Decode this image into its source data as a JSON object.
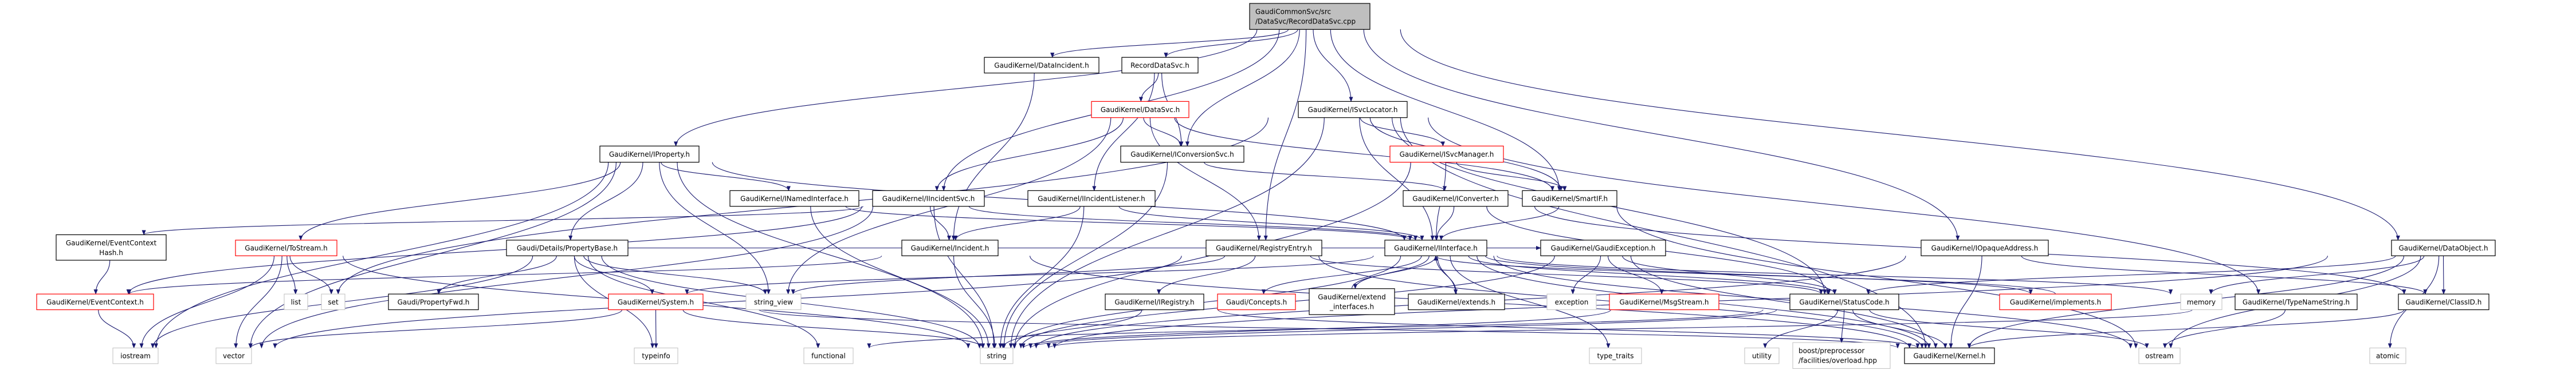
{
  "graph": {
    "type": "include-dependency-graph",
    "colors": {
      "edge": "#191970",
      "root_fill": "#bfbfbf",
      "node_border": "#000000",
      "truncated_border": "#ff0000",
      "external_border": "#bfbfbf"
    },
    "nodes": [
      {
        "id": "root",
        "label": [
          "GaudiCommonSvc/src",
          "/DataSvc/RecordDataSvc.cpp"
        ],
        "kind": "root"
      },
      {
        "id": "dataincident",
        "label": [
          "GaudiKernel/DataIncident.h"
        ],
        "kind": "normal"
      },
      {
        "id": "recorddatasvc",
        "label": [
          "RecordDataSvc.h"
        ],
        "kind": "normal"
      },
      {
        "id": "datasvc",
        "label": [
          "GaudiKernel/DataSvc.h"
        ],
        "kind": "truncated"
      },
      {
        "id": "iconversionsvc",
        "label": [
          "GaudiKernel/IConversionSvc.h"
        ],
        "kind": "normal"
      },
      {
        "id": "isvclocator",
        "label": [
          "GaudiKernel/ISvcLocator.h"
        ],
        "kind": "normal"
      },
      {
        "id": "isvcmanager",
        "label": [
          "GaudiKernel/ISvcManager.h"
        ],
        "kind": "truncated"
      },
      {
        "id": "iproperty",
        "label": [
          "GaudiKernel/IProperty.h"
        ],
        "kind": "normal"
      },
      {
        "id": "inamedinterface",
        "label": [
          "GaudiKernel/INamedInterface.h"
        ],
        "kind": "normal"
      },
      {
        "id": "iincidentsvc",
        "label": [
          "GaudiKernel/IIncidentSvc.h"
        ],
        "kind": "normal"
      },
      {
        "id": "iincidentlistener",
        "label": [
          "GaudiKernel/IIncidentListener.h"
        ],
        "kind": "normal"
      },
      {
        "id": "iconverter",
        "label": [
          "GaudiKernel/IConverter.h"
        ],
        "kind": "normal"
      },
      {
        "id": "smartif",
        "label": [
          "GaudiKernel/SmartIF.h"
        ],
        "kind": "normal"
      },
      {
        "id": "eventcontexthash",
        "label": [
          "GaudiKernel/EventContext",
          "Hash.h"
        ],
        "kind": "normal"
      },
      {
        "id": "tostream",
        "label": [
          "GaudiKernel/ToStream.h"
        ],
        "kind": "truncated"
      },
      {
        "id": "propertybase",
        "label": [
          "Gaudi/Details/PropertyBase.h"
        ],
        "kind": "normal"
      },
      {
        "id": "incident",
        "label": [
          "GaudiKernel/Incident.h"
        ],
        "kind": "normal"
      },
      {
        "id": "registryentry",
        "label": [
          "GaudiKernel/RegistryEntry.h"
        ],
        "kind": "normal"
      },
      {
        "id": "iinterface",
        "label": [
          "GaudiKernel/IInterface.h"
        ],
        "kind": "normal"
      },
      {
        "id": "gaudiexception",
        "label": [
          "GaudiKernel/GaudiException.h"
        ],
        "kind": "normal"
      },
      {
        "id": "iopaqueaddress",
        "label": [
          "GaudiKernel/IOpaqueAddress.h"
        ],
        "kind": "normal"
      },
      {
        "id": "dataobject",
        "label": [
          "GaudiKernel/DataObject.h"
        ],
        "kind": "normal"
      },
      {
        "id": "eventcontext",
        "label": [
          "GaudiKernel/EventContext.h"
        ],
        "kind": "truncated"
      },
      {
        "id": "list",
        "label": [
          "list"
        ],
        "kind": "external"
      },
      {
        "id": "set",
        "label": [
          "set"
        ],
        "kind": "external"
      },
      {
        "id": "propertyfwd",
        "label": [
          "Gaudi/PropertyFwd.h"
        ],
        "kind": "normal"
      },
      {
        "id": "system",
        "label": [
          "GaudiKernel/System.h"
        ],
        "kind": "truncated"
      },
      {
        "id": "string_view",
        "label": [
          "string_view"
        ],
        "kind": "external"
      },
      {
        "id": "iregistry",
        "label": [
          "GaudiKernel/IRegistry.h"
        ],
        "kind": "normal"
      },
      {
        "id": "concepts",
        "label": [
          "Gaudi/Concepts.h"
        ],
        "kind": "truncated"
      },
      {
        "id": "extend_interfaces",
        "label": [
          "GaudiKernel/extend",
          "_interfaces.h"
        ],
        "kind": "normal"
      },
      {
        "id": "extends",
        "label": [
          "GaudiKernel/extends.h"
        ],
        "kind": "normal"
      },
      {
        "id": "exception",
        "label": [
          "exception"
        ],
        "kind": "external"
      },
      {
        "id": "msgstream",
        "label": [
          "GaudiKernel/MsgStream.h"
        ],
        "kind": "truncated"
      },
      {
        "id": "statuscode",
        "label": [
          "GaudiKernel/StatusCode.h"
        ],
        "kind": "normal"
      },
      {
        "id": "implements",
        "label": [
          "GaudiKernel/implements.h"
        ],
        "kind": "truncated"
      },
      {
        "id": "memory",
        "label": [
          "memory"
        ],
        "kind": "external"
      },
      {
        "id": "typenamestring",
        "label": [
          "GaudiKernel/TypeNameString.h"
        ],
        "kind": "normal"
      },
      {
        "id": "classid",
        "label": [
          "GaudiKernel/ClassID.h"
        ],
        "kind": "normal"
      },
      {
        "id": "iostream",
        "label": [
          "iostream"
        ],
        "kind": "external"
      },
      {
        "id": "vector",
        "label": [
          "vector"
        ],
        "kind": "external"
      },
      {
        "id": "typeinfo",
        "label": [
          "typeinfo"
        ],
        "kind": "external"
      },
      {
        "id": "functional",
        "label": [
          "functional"
        ],
        "kind": "external"
      },
      {
        "id": "string",
        "label": [
          "string"
        ],
        "kind": "external"
      },
      {
        "id": "type_traits",
        "label": [
          "type_traits"
        ],
        "kind": "external"
      },
      {
        "id": "utility",
        "label": [
          "utility"
        ],
        "kind": "external"
      },
      {
        "id": "boost_overload",
        "label": [
          "boost/preprocessor",
          "/facilities/overload.hpp"
        ],
        "kind": "external"
      },
      {
        "id": "kernel",
        "label": [
          "GaudiKernel/Kernel.h"
        ],
        "kind": "normal"
      },
      {
        "id": "ostream",
        "label": [
          "ostream"
        ],
        "kind": "external"
      },
      {
        "id": "atomic",
        "label": [
          "atomic"
        ],
        "kind": "external"
      }
    ],
    "edges": [
      [
        "root",
        "dataincident"
      ],
      [
        "root",
        "recorddatasvc"
      ],
      [
        "root",
        "iconversionsvc"
      ],
      [
        "root",
        "isvclocator"
      ],
      [
        "root",
        "smartif"
      ],
      [
        "root",
        "iproperty"
      ],
      [
        "root",
        "iincidentsvc"
      ],
      [
        "root",
        "iopaqueaddress"
      ],
      [
        "root",
        "dataobject"
      ],
      [
        "root",
        "registryentry"
      ],
      [
        "recorddatasvc",
        "datasvc"
      ],
      [
        "recorddatasvc",
        "iconversionsvc"
      ],
      [
        "recorddatasvc",
        "iincidentlistener"
      ],
      [
        "datasvc",
        "iconversionsvc"
      ],
      [
        "datasvc",
        "iincidentsvc"
      ],
      [
        "datasvc",
        "registryentry"
      ],
      [
        "datasvc",
        "smartif"
      ],
      [
        "datasvc",
        "string_view"
      ],
      [
        "dataincident",
        "incident"
      ],
      [
        "iconversionsvc",
        "iconverter"
      ],
      [
        "iconversionsvc",
        "string"
      ],
      [
        "iincidentsvc",
        "incident"
      ],
      [
        "iincidentsvc",
        "iinterface"
      ],
      [
        "iincidentsvc",
        "string"
      ],
      [
        "iincidentsvc",
        "vector"
      ],
      [
        "iincidentsvc",
        "eventcontexthash"
      ],
      [
        "iincidentsvc",
        "eventcontext"
      ],
      [
        "iincidentlistener",
        "incident"
      ],
      [
        "iincidentlistener",
        "iinterface"
      ],
      [
        "iincidentlistener",
        "string"
      ],
      [
        "incident",
        "string"
      ],
      [
        "incident",
        "eventcontext"
      ],
      [
        "incident",
        "kernel"
      ],
      [
        "registryentry",
        "iregistry"
      ],
      [
        "registryentry",
        "kernel"
      ],
      [
        "registryentry",
        "statuscode"
      ],
      [
        "registryentry",
        "vector"
      ],
      [
        "registryentry",
        "string_view"
      ],
      [
        "iregistry",
        "string"
      ],
      [
        "iregistry",
        "kernel"
      ],
      [
        "isvclocator",
        "isvcmanager"
      ],
      [
        "isvclocator",
        "smartif"
      ],
      [
        "isvclocator",
        "iinterface"
      ],
      [
        "isvclocator",
        "string"
      ],
      [
        "isvclocator",
        "list"
      ],
      [
        "isvclocator",
        "statuscode"
      ],
      [
        "isvclocator",
        "typenamestring"
      ],
      [
        "isvclocator",
        "kernel"
      ],
      [
        "isvcmanager",
        "smartif"
      ],
      [
        "isvcmanager",
        "string"
      ],
      [
        "isvcmanager",
        "iinterface"
      ],
      [
        "iconverter",
        "iinterface"
      ],
      [
        "iconverter",
        "classid"
      ],
      [
        "iconverter",
        "statuscode"
      ],
      [
        "smartif",
        "iinterface"
      ],
      [
        "smartif",
        "ostream"
      ],
      [
        "iinterface",
        "extend_interfaces"
      ],
      [
        "iinterface",
        "extends"
      ],
      [
        "iinterface",
        "concepts"
      ],
      [
        "iinterface",
        "system"
      ],
      [
        "iinterface",
        "statuscode"
      ],
      [
        "iinterface",
        "kernel"
      ],
      [
        "iinterface",
        "ostream"
      ],
      [
        "iinterface",
        "type_traits"
      ],
      [
        "iinterface",
        "string"
      ],
      [
        "iinterface",
        "memory"
      ],
      [
        "iinterface",
        "implements"
      ],
      [
        "extend_interfaces",
        "iinterface"
      ],
      [
        "extends",
        "iinterface"
      ],
      [
        "gaudiexception",
        "exception"
      ],
      [
        "gaudiexception",
        "msgstream"
      ],
      [
        "gaudiexception",
        "statuscode"
      ],
      [
        "gaudiexception",
        "kernel"
      ],
      [
        "gaudiexception",
        "string"
      ],
      [
        "msgstream",
        "string"
      ],
      [
        "statuscode",
        "utility"
      ],
      [
        "statuscode",
        "boost_overload"
      ],
      [
        "statuscode",
        "kernel"
      ],
      [
        "statuscode",
        "ostream"
      ],
      [
        "statuscode",
        "functional"
      ],
      [
        "statuscode",
        "string"
      ],
      [
        "implements",
        "iinterface"
      ],
      [
        "iopaqueaddress",
        "kernel"
      ],
      [
        "iopaqueaddress",
        "classid"
      ],
      [
        "iopaqueaddress",
        "string"
      ],
      [
        "dataobject",
        "classid"
      ],
      [
        "dataobject",
        "memory"
      ],
      [
        "dataobject",
        "statuscode"
      ],
      [
        "dataobject",
        "ostream"
      ],
      [
        "dataobject",
        "atomic"
      ],
      [
        "dataobject",
        "kernel"
      ],
      [
        "dataobject",
        "string"
      ],
      [
        "typenamestring",
        "ostream"
      ],
      [
        "typenamestring",
        "string"
      ],
      [
        "classid",
        "kernel"
      ],
      [
        "iproperty",
        "propertybase"
      ],
      [
        "iproperty",
        "inamedinterface"
      ],
      [
        "iproperty",
        "tostream"
      ],
      [
        "iproperty",
        "iinterface"
      ],
      [
        "iproperty",
        "string"
      ],
      [
        "iproperty",
        "string_view"
      ],
      [
        "iproperty",
        "vector"
      ],
      [
        "iproperty",
        "iostream"
      ],
      [
        "inamedinterface",
        "iinterface"
      ],
      [
        "inamedinterface",
        "string"
      ],
      [
        "propertybase",
        "propertyfwd"
      ],
      [
        "propertybase",
        "system"
      ],
      [
        "propertybase",
        "string_view"
      ],
      [
        "propertybase",
        "typeinfo"
      ],
      [
        "propertybase",
        "functional"
      ],
      [
        "propertybase",
        "string"
      ],
      [
        "propertybase",
        "iostream"
      ],
      [
        "propertybase",
        "gaudiexception"
      ],
      [
        "tostream",
        "list"
      ],
      [
        "tostream",
        "set"
      ],
      [
        "tostream",
        "iostream"
      ],
      [
        "tostream",
        "vector"
      ],
      [
        "tostream",
        "string"
      ],
      [
        "eventcontexthash",
        "eventcontext"
      ],
      [
        "eventcontext",
        "iostream"
      ],
      [
        "system",
        "typeinfo"
      ],
      [
        "system",
        "string"
      ],
      [
        "system",
        "kernel"
      ],
      [
        "system",
        "vector"
      ]
    ]
  }
}
